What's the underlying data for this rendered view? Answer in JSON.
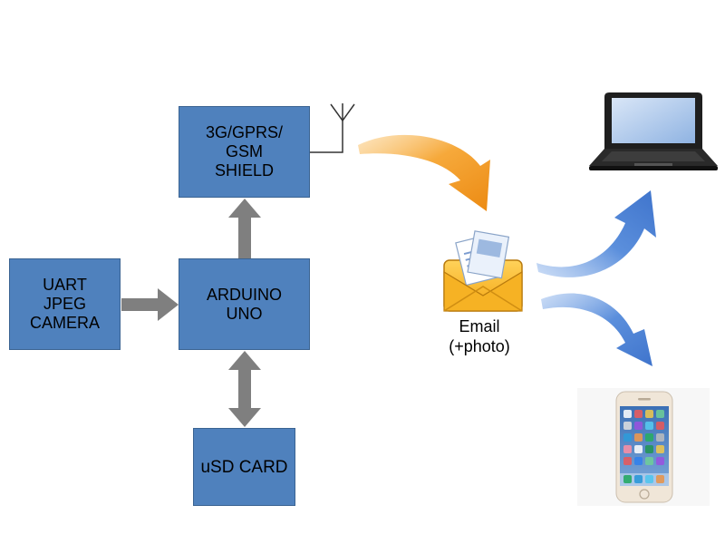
{
  "blocks": {
    "gsm_shield": [
      "3G/GPRS/",
      "GSM",
      "SHIELD"
    ],
    "arduino": [
      "ARDUINO",
      "UNO"
    ],
    "camera": [
      "UART",
      "JPEG",
      "CAMERA"
    ],
    "sdcard": [
      "uSD CARD"
    ]
  },
  "email": {
    "line1": "Email",
    "line2": "(+photo)"
  },
  "colors": {
    "block_fill": "#4f81bd",
    "connector_arrow": "#7f7f7f",
    "send_arrow": "#f39c1b",
    "delivery_arrows": "#4a7fd4"
  },
  "icons": [
    "antenna-icon",
    "email-envelope-icon",
    "laptop-icon",
    "smartphone-icon"
  ]
}
